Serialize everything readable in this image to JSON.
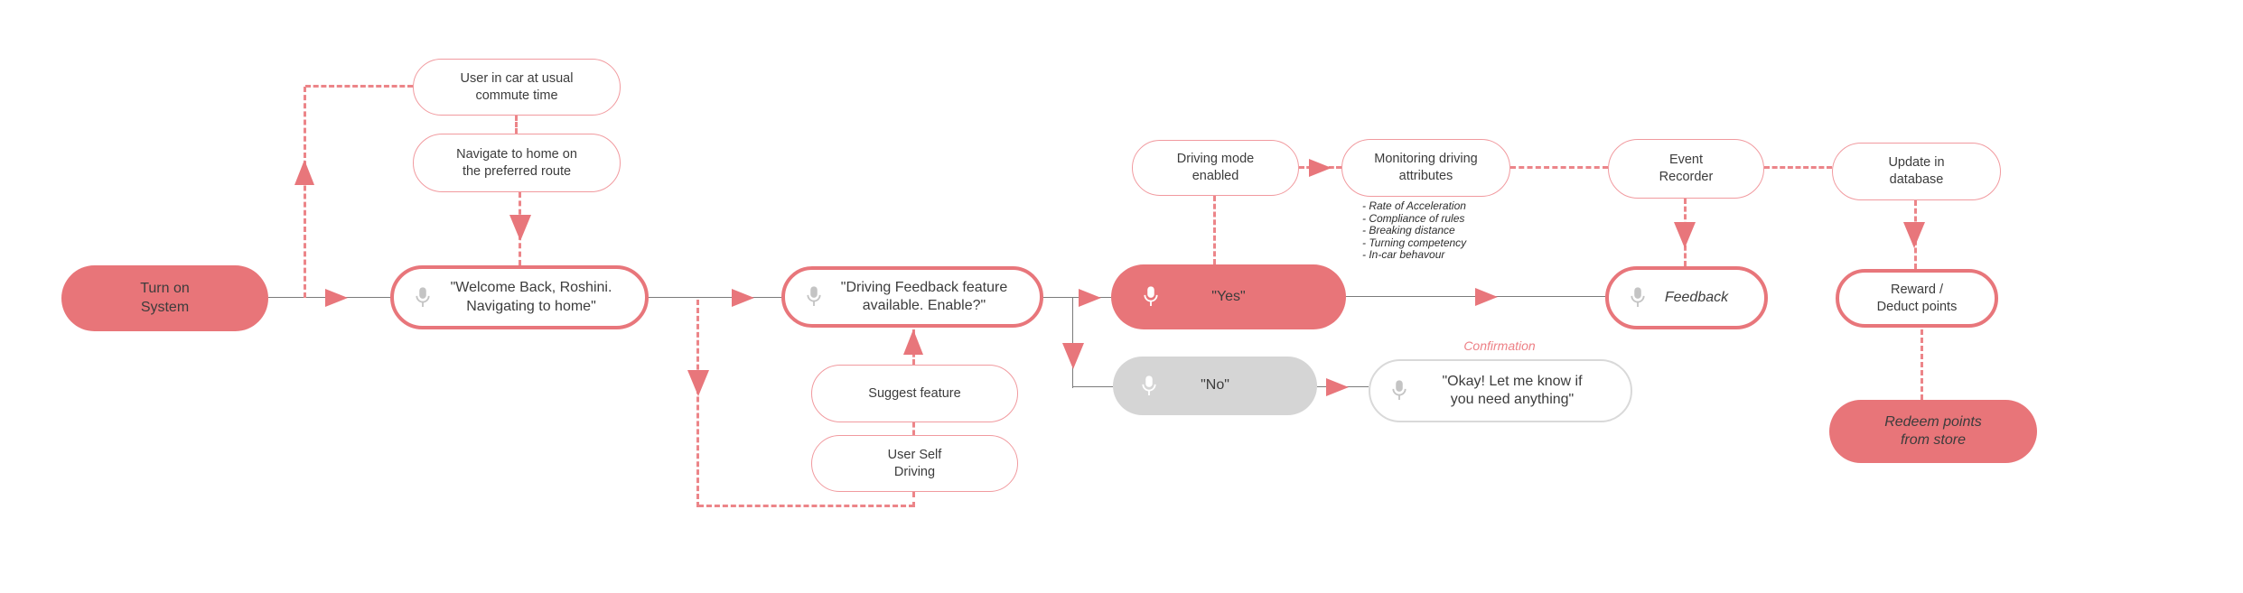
{
  "title": "Driving feedback voice-assistant flowchart",
  "palette": {
    "salmon_fill": "#e87579",
    "salmon_border": "#e8767b",
    "thin_border": "#f19a9f",
    "dashed_line": "#ec8589",
    "solid_line": "#7b7b7b",
    "gray_fill": "#d5d5d5",
    "gray_border": "#d9d9d9",
    "text": "#3c3c3c",
    "confirmation_text": "#ed8086"
  },
  "nodes": {
    "turn_on": {
      "label": "Turn on\nSystem"
    },
    "user_in_car": {
      "label": "User in car at usual\ncommute time"
    },
    "navigate_home": {
      "label": "Navigate to home on\nthe preferred route"
    },
    "welcome": {
      "label": "\"Welcome Back, Roshini.\nNavigating to home\""
    },
    "driving_feature": {
      "label": "\"Driving Feedback feature\navailable. Enable?\""
    },
    "suggest_feature": {
      "label": "Suggest feature"
    },
    "user_self_driving": {
      "label": "User Self\nDriving"
    },
    "yes": {
      "label": "\"Yes\""
    },
    "no": {
      "label": "\"No\""
    },
    "driving_mode": {
      "label": "Driving mode\nenabled"
    },
    "monitoring": {
      "label": "Monitoring driving\nattributes"
    },
    "event_recorder": {
      "label": "Event\nRecorder"
    },
    "feedback": {
      "label": "Feedback"
    },
    "okay": {
      "label": "\"Okay! Let me know if\nyou need anything\""
    },
    "update_db": {
      "label": "Update in\ndatabase"
    },
    "reward": {
      "label": "Reward /\nDeduct points"
    },
    "redeem": {
      "label": "Redeem points\nfrom store"
    }
  },
  "confirmation_label": "Confirmation",
  "monitoring_attributes": [
    "- Rate of Acceleration",
    "- Compliance of rules",
    "- Breaking distance",
    "- Turning competency",
    "- In-car behavour"
  ]
}
